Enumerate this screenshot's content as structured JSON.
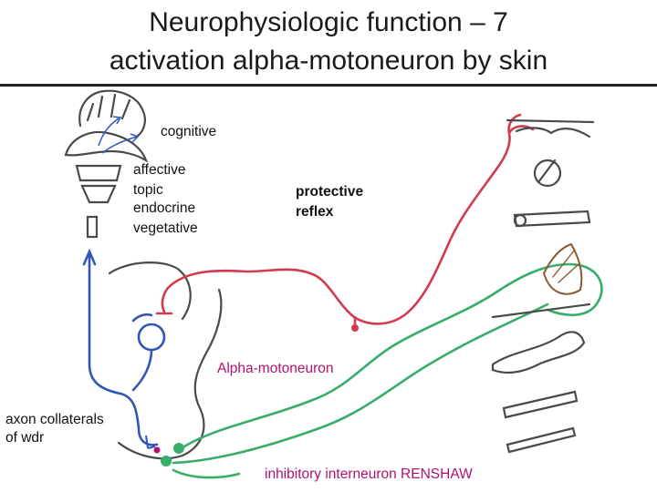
{
  "title": {
    "line1": "Neurophysiologic function – 7",
    "line2": "activation alpha-motoneuron by skin"
  },
  "labels": {
    "cognitive": "cognitive",
    "affective": "affective",
    "topic": "topic",
    "endocrine": "endocrine",
    "vegetative": "vegetative",
    "protective_line1": "protective",
    "protective_line2": "reflex",
    "alpha_motoneuron": "Alpha-motoneuron",
    "axon_collaterals_line1": "axon collaterals",
    "axon_collaterals_line2": "of wdr",
    "renshaw": "inhibitory interneuron RENSHAW"
  },
  "colors": {
    "sensory_red": "#d23a4e",
    "motor_green": "#36ad6a",
    "ascending_blue": "#2f56b8",
    "outline_gray": "#4a4a4a",
    "muscle_brown": "#8a5a33",
    "renshaw_magenta": "#b0126e"
  }
}
